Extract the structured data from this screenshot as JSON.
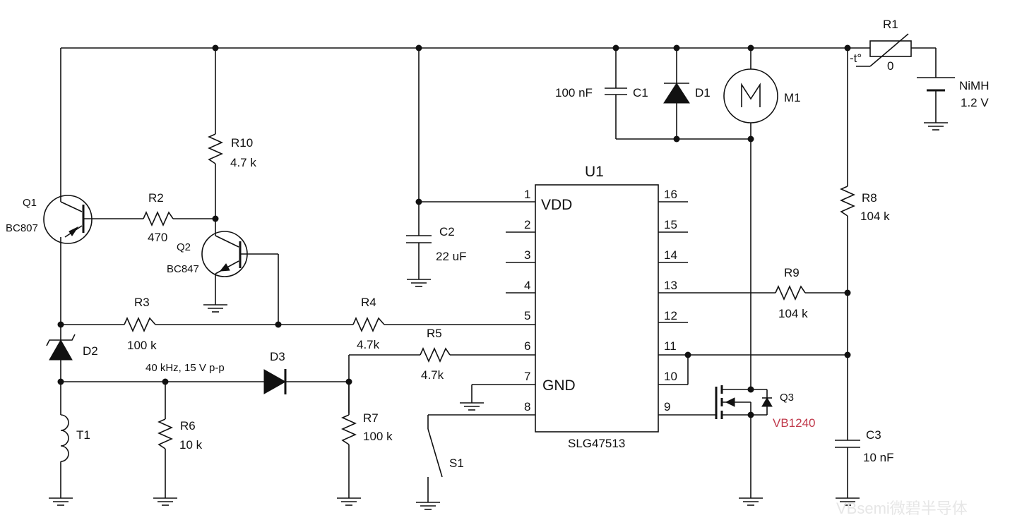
{
  "components": {
    "r1": {
      "ref": "R1",
      "value": "0",
      "mark": "-t°"
    },
    "battery": {
      "type": "NiMH",
      "voltage": "1.2 V"
    },
    "c1": {
      "ref": "C1",
      "value": "100 nF"
    },
    "d1": {
      "ref": "D1"
    },
    "m1": {
      "ref": "M1"
    },
    "u1": {
      "ref": "U1",
      "part": "SLG47513"
    },
    "r10": {
      "ref": "R10",
      "value": "4.7 k"
    },
    "r2": {
      "ref": "R2",
      "value": "470"
    },
    "q1": {
      "ref": "Q1",
      "part": "BC807"
    },
    "q2": {
      "ref": "Q2",
      "part": "BC847"
    },
    "c2": {
      "ref": "C2",
      "value": "22 uF"
    },
    "r8": {
      "ref": "R8",
      "value": "104 k"
    },
    "r9": {
      "ref": "R9",
      "value": "104 k"
    },
    "r3": {
      "ref": "R3",
      "value": "100 k"
    },
    "r4": {
      "ref": "R4",
      "value": "4.7k"
    },
    "r5": {
      "ref": "R5",
      "value": "4.7k"
    },
    "d2": {
      "ref": "D2"
    },
    "d3": {
      "ref": "D3"
    },
    "signal": {
      "note": "40 kHz, 15 V p-p"
    },
    "t1": {
      "ref": "T1"
    },
    "r6": {
      "ref": "R6",
      "value": "10 k"
    },
    "r7": {
      "ref": "R7",
      "value": "100 k"
    },
    "s1": {
      "ref": "S1"
    },
    "q3": {
      "ref": "Q3",
      "part": "VB1240"
    },
    "c3": {
      "ref": "C3",
      "value": "10 nF"
    }
  },
  "u1_pins": {
    "left": [
      "1",
      "2",
      "3",
      "4",
      "5",
      "6",
      "7",
      "8"
    ],
    "right": [
      "16",
      "15",
      "14",
      "13",
      "12",
      "11",
      "10",
      "9"
    ],
    "vdd": "VDD",
    "gnd": "GND"
  },
  "watermark": "VBsemi微碧半导体",
  "colors": {
    "line": "#111111",
    "accent": "#c0394b",
    "watermark": "#e6e6e6"
  }
}
